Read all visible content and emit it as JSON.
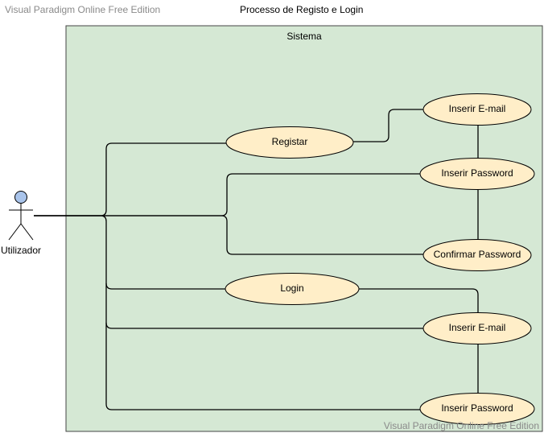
{
  "watermark_top": "Visual Paradigm Online Free Edition",
  "watermark_bottom": "Visual Paradigm Online Free Edition",
  "diagram_title": "Processo de Registo e Login",
  "system": {
    "label": "Sistema",
    "fill": "#d5e8d4"
  },
  "actor": {
    "label": "Utilizador",
    "head_color": "#a9c4eb"
  },
  "use_cases": {
    "registar": "Registar",
    "inserir_email_1": "Inserir E-mail",
    "inserir_password_1": "Inserir Password",
    "confirmar_password": "Confirmar Password",
    "login": "Login",
    "inserir_email_2": "Inserir E-mail",
    "inserir_password_2": "Inserir Password"
  },
  "colors": {
    "use_case_fill": "#ffeec8"
  }
}
